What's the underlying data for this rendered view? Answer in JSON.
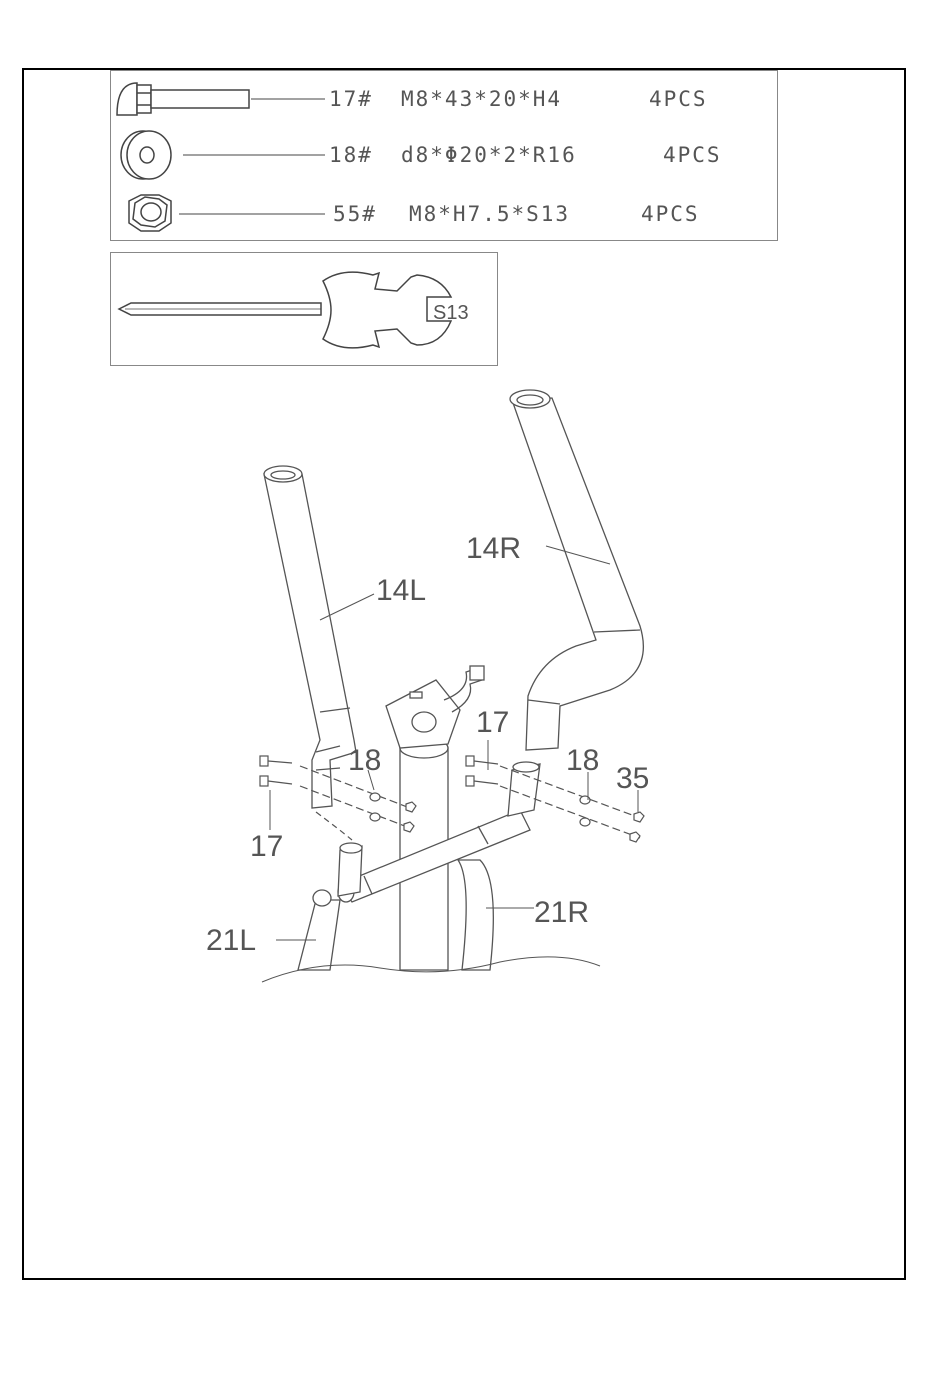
{
  "parts": [
    {
      "code": "17#",
      "spec": "M8*43*20*H4",
      "qty": "4PCS",
      "icon": "bolt-icon"
    },
    {
      "code": "18#",
      "spec": "d8*Φ20*2*R16",
      "qty": "4PCS",
      "icon": "washer-icon"
    },
    {
      "code": "55#",
      "spec": "M8*H7.5*S13",
      "qty": "4PCS",
      "icon": "nut-icon"
    }
  ],
  "tool": {
    "wrench_label": "S13",
    "icon": "screwdriver-wrench-icon"
  },
  "labels": {
    "handle_left": "14L",
    "handle_right": "14R",
    "bolt_left_upper": "18",
    "bolt_left_lower": "17",
    "bolt_right_17": "17",
    "bolt_right_18": "18",
    "nut_right": "35",
    "arm_left": "21L",
    "arm_right": "21R"
  }
}
